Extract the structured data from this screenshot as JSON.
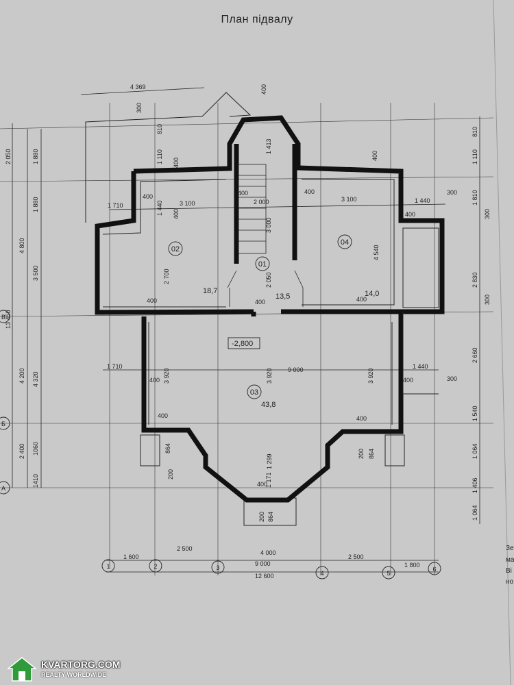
{
  "title": "План підвалу",
  "rooms": [
    {
      "num": "02",
      "area": "18,7"
    },
    {
      "num": "01",
      "area": "13,5"
    },
    {
      "num": "04",
      "area": "14,0"
    },
    {
      "num": "03",
      "area": "43,8"
    }
  ],
  "level": "-2,800",
  "axes": {
    "columns": [
      "1",
      "2",
      "3",
      "4",
      "5",
      "6"
    ],
    "rows": [
      "A",
      "Б",
      "В"
    ]
  },
  "dims": {
    "top_4369": "4 369",
    "d300a": "300",
    "d810a": "810",
    "d400a": "400",
    "d1110": "1 110",
    "d400b": "400",
    "d1440a": "1 440",
    "d400c": "400",
    "d1413": "1 413",
    "d400d": "400",
    "d1710a": "1 710",
    "d3100a": "3 100",
    "d2000": "2 000",
    "d3100b": "3 100",
    "d1440b": "1 440",
    "d300b": "300",
    "d400e": "400",
    "d400f": "400",
    "d400g": "400",
    "d400h": "400",
    "d3000": "3 000",
    "d4540": "4 540",
    "d2700": "2 700",
    "d2050": "2 050",
    "d400i": "400",
    "d400j": "400",
    "d400k": "400",
    "d1710b": "1 710",
    "d3920a": "3 920",
    "d9000a": "9 000",
    "d3920b": "3 920",
    "d3920c": "3 920",
    "d1440c": "1 440",
    "d400l": "400",
    "d400m": "400",
    "d300c": "300",
    "d400n": "400",
    "d400o": "400",
    "d864a": "864",
    "d1299": "1 299",
    "d200a": "200",
    "d864b": "864",
    "d200b": "200",
    "d1171": "1 171",
    "d400p": "400",
    "d200c": "200",
    "d864c": "864",
    "b1600": "1 600",
    "b2500a": "2 500",
    "b4000": "4 000",
    "b2500b": "2 500",
    "b9000": "9 000",
    "b1800": "1 800",
    "b12600": "12 600",
    "l13450": "13 450",
    "l2050": "2 050",
    "l1880a": "1 880",
    "l1880b": "1 880",
    "l4800": "4 800",
    "l3500": "3 500",
    "l4200": "4 200",
    "l4320": "4 320",
    "l2400": "2 400",
    "l1060": "1060",
    "l1410": "1410",
    "r810": "810",
    "r1110": "1 110",
    "r1810": "1 810",
    "r300a": "300",
    "r2830": "2 830",
    "r300b": "300",
    "r2660": "2 660",
    "r1540": "1 540",
    "r1064a": "1 064",
    "r1406": "1 406",
    "r1064b": "1 064"
  },
  "side_fragments": [
    "Зе",
    "ма",
    "Ві",
    "но"
  ],
  "watermark": {
    "name": "KVARTORG.COM",
    "sub": "REALTY WORLDWIDE"
  }
}
